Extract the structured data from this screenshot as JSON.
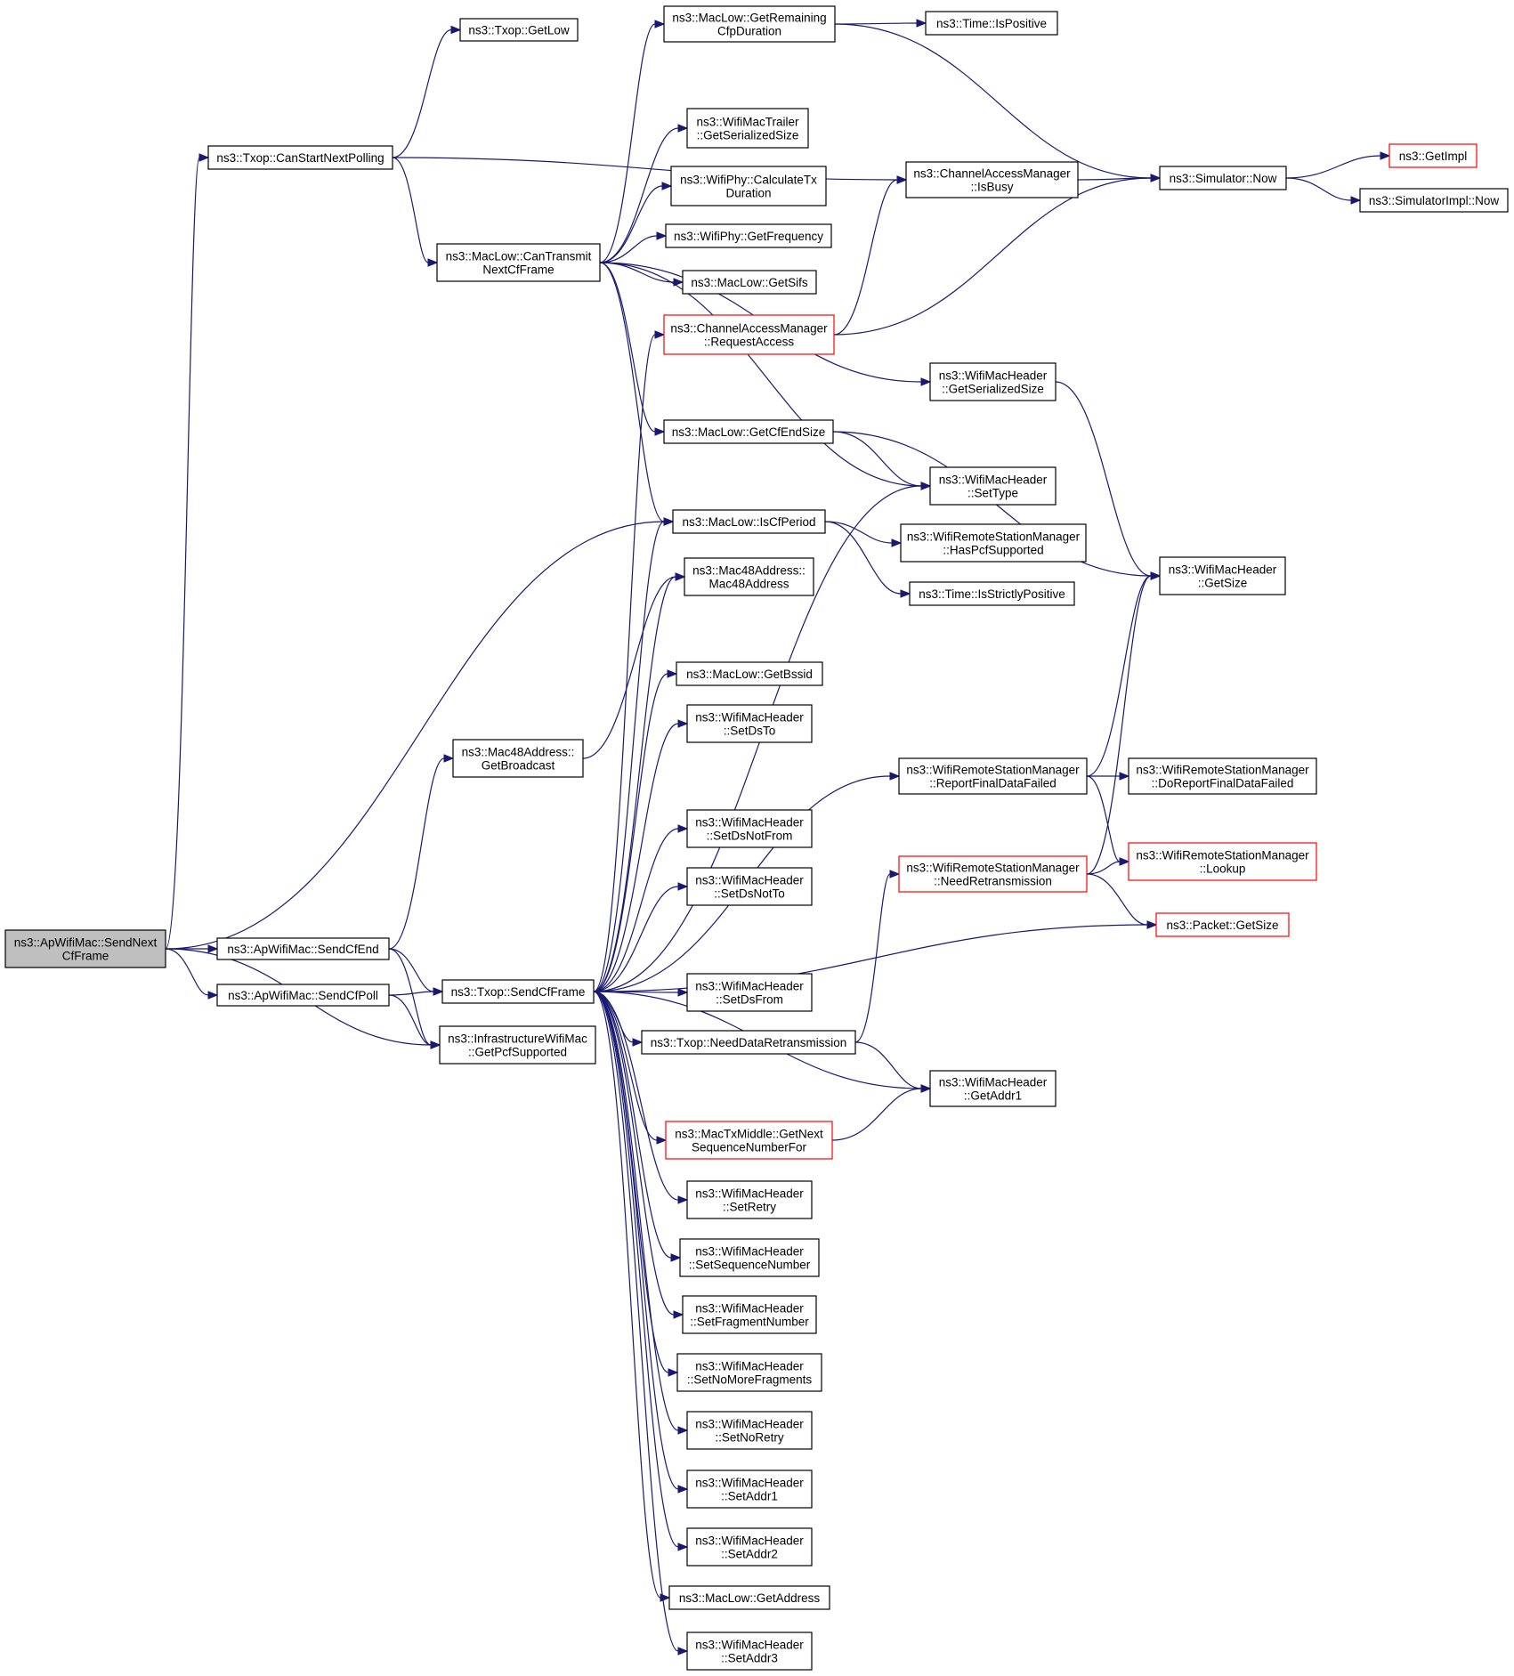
{
  "nodes": {
    "root": [
      "ns3::ApWifiMac::SendNext",
      "CfFrame"
    ],
    "sendCfEnd": [
      "ns3::ApWifiMac::SendCfEnd"
    ],
    "sendCfPoll": [
      "ns3::ApWifiMac::SendCfPoll"
    ],
    "canStartNextPolling": [
      "ns3::Txop::CanStartNextPolling"
    ],
    "txopGetLow": [
      "ns3::Txop::GetLow"
    ],
    "canTransmitNextCfFrame": [
      "ns3::MacLow::CanTransmit",
      "NextCfFrame"
    ],
    "getRemainingCfpDuration": [
      "ns3::MacLow::GetRemaining",
      "CfpDuration"
    ],
    "timeIsPositive": [
      "ns3::Time::IsPositive"
    ],
    "trailerGetSerializedSize": [
      "ns3::WifiMacTrailer",
      "::GetSerializedSize"
    ],
    "calculateTxDuration": [
      "ns3::WifiPhy::CalculateTx",
      "Duration"
    ],
    "getFrequency": [
      "ns3::WifiPhy::GetFrequency"
    ],
    "getSifs": [
      "ns3::MacLow::GetSifs"
    ],
    "requestAccess": [
      "ns3::ChannelAccessManager",
      "::RequestAccess"
    ],
    "isBusy": [
      "ns3::ChannelAccessManager",
      "::IsBusy"
    ],
    "simulatorNow": [
      "ns3::Simulator::Now"
    ],
    "getImpl": [
      "ns3::GetImpl"
    ],
    "simulatorImplNow": [
      "ns3::SimulatorImpl::Now"
    ],
    "headerGetSerializedSize": [
      "ns3::WifiMacHeader",
      "::GetSerializedSize"
    ],
    "getCfEndSize": [
      "ns3::MacLow::GetCfEndSize"
    ],
    "setType": [
      "ns3::WifiMacHeader",
      "::SetType"
    ],
    "isCfPeriod": [
      "ns3::MacLow::IsCfPeriod"
    ],
    "hasPcfSupported": [
      "ns3::WifiRemoteStationManager",
      "::HasPcfSupported"
    ],
    "isStrictlyPositive": [
      "ns3::Time::IsStrictlyPositive"
    ],
    "headerGetSize": [
      "ns3::WifiMacHeader",
      "::GetSize"
    ],
    "mac48Address": [
      "ns3::Mac48Address::",
      "Mac48Address"
    ],
    "getBroadcast": [
      "ns3::Mac48Address::",
      "GetBroadcast"
    ],
    "getBssid": [
      "ns3::MacLow::GetBssid"
    ],
    "setDsTo": [
      "ns3::WifiMacHeader",
      "::SetDsTo"
    ],
    "reportFinalDataFailed": [
      "ns3::WifiRemoteStationManager",
      "::ReportFinalDataFailed"
    ],
    "doReportFinalDataFailed": [
      "ns3::WifiRemoteStationManager",
      "::DoReportFinalDataFailed"
    ],
    "setDsNotFrom": [
      "ns3::WifiMacHeader",
      "::SetDsNotFrom"
    ],
    "needRetransmission": [
      "ns3::WifiRemoteStationManager",
      "::NeedRetransmission"
    ],
    "lookup": [
      "ns3::WifiRemoteStationManager",
      "::Lookup"
    ],
    "setDsNotTo": [
      "ns3::WifiMacHeader",
      "::SetDsNotTo"
    ],
    "packetGetSize": [
      "ns3::Packet::GetSize"
    ],
    "sendCfFrame": [
      "ns3::Txop::SendCfFrame"
    ],
    "setDsFrom": [
      "ns3::WifiMacHeader",
      "::SetDsFrom"
    ],
    "getPcfSupported": [
      "ns3::InfrastructureWifiMac",
      "::GetPcfSupported"
    ],
    "needDataRetransmission": [
      "ns3::Txop::NeedDataRetransmission"
    ],
    "getAddr1": [
      "ns3::WifiMacHeader",
      "::GetAddr1"
    ],
    "getNextSequenceNumberFor": [
      "ns3::MacTxMiddle::GetNext",
      "SequenceNumberFor"
    ],
    "setRetry": [
      "ns3::WifiMacHeader",
      "::SetRetry"
    ],
    "setSequenceNumber": [
      "ns3::WifiMacHeader",
      "::SetSequenceNumber"
    ],
    "setFragmentNumber": [
      "ns3::WifiMacHeader",
      "::SetFragmentNumber"
    ],
    "setNoMoreFragments": [
      "ns3::WifiMacHeader",
      "::SetNoMoreFragments"
    ],
    "setNoRetry": [
      "ns3::WifiMacHeader",
      "::SetNoRetry"
    ],
    "setAddr1": [
      "ns3::WifiMacHeader",
      "::SetAddr1"
    ],
    "setAddr2": [
      "ns3::WifiMacHeader",
      "::SetAddr2"
    ],
    "getAddress": [
      "ns3::MacLow::GetAddress"
    ],
    "setAddr3": [
      "ns3::WifiMacHeader",
      "::SetAddr3"
    ]
  },
  "colors": {
    "edge": "#191970",
    "root_fill": "#bfbfbf",
    "node_border": "#000000",
    "truncated_border": "#ff0000"
  },
  "truncated_nodes": [
    "requestAccess",
    "getImpl",
    "needRetransmission",
    "lookup",
    "packetGetSize",
    "getNextSequenceNumberFor"
  ],
  "edges": [
    [
      "root",
      "canStartNextPolling"
    ],
    [
      "root",
      "isCfPeriod"
    ],
    [
      "root",
      "sendCfEnd"
    ],
    [
      "root",
      "sendCfPoll"
    ],
    [
      "root",
      "getPcfSupported"
    ],
    [
      "canStartNextPolling",
      "txopGetLow"
    ],
    [
      "canStartNextPolling",
      "isBusy"
    ],
    [
      "canStartNextPolling",
      "canTransmitNextCfFrame"
    ],
    [
      "canTransmitNextCfFrame",
      "getRemainingCfpDuration"
    ],
    [
      "canTransmitNextCfFrame",
      "trailerGetSerializedSize"
    ],
    [
      "canTransmitNextCfFrame",
      "calculateTxDuration"
    ],
    [
      "canTransmitNextCfFrame",
      "getFrequency"
    ],
    [
      "canTransmitNextCfFrame",
      "getSifs"
    ],
    [
      "canTransmitNextCfFrame",
      "headerGetSerializedSize"
    ],
    [
      "canTransmitNextCfFrame",
      "getCfEndSize"
    ],
    [
      "canTransmitNextCfFrame",
      "setType"
    ],
    [
      "canTransmitNextCfFrame",
      "isCfPeriod"
    ],
    [
      "getRemainingCfpDuration",
      "timeIsPositive"
    ],
    [
      "getRemainingCfpDuration",
      "simulatorNow"
    ],
    [
      "isBusy",
      "simulatorNow"
    ],
    [
      "simulatorNow",
      "getImpl"
    ],
    [
      "simulatorNow",
      "simulatorImplNow"
    ],
    [
      "requestAccess",
      "isBusy"
    ],
    [
      "requestAccess",
      "simulatorNow"
    ],
    [
      "headerGetSerializedSize",
      "headerGetSize"
    ],
    [
      "getCfEndSize",
      "setType"
    ],
    [
      "getCfEndSize",
      "headerGetSize"
    ],
    [
      "isCfPeriod",
      "hasPcfSupported"
    ],
    [
      "isCfPeriod",
      "isStrictlyPositive"
    ],
    [
      "sendCfEnd",
      "getBroadcast"
    ],
    [
      "sendCfEnd",
      "sendCfFrame"
    ],
    [
      "sendCfEnd",
      "getPcfSupported"
    ],
    [
      "sendCfPoll",
      "sendCfFrame"
    ],
    [
      "sendCfPoll",
      "getPcfSupported"
    ],
    [
      "getBroadcast",
      "mac48Address"
    ],
    [
      "sendCfFrame",
      "requestAccess"
    ],
    [
      "sendCfFrame",
      "setType"
    ],
    [
      "sendCfFrame",
      "isCfPeriod"
    ],
    [
      "sendCfFrame",
      "mac48Address"
    ],
    [
      "sendCfFrame",
      "getBssid"
    ],
    [
      "sendCfFrame",
      "setDsTo"
    ],
    [
      "sendCfFrame",
      "reportFinalDataFailed"
    ],
    [
      "sendCfFrame",
      "setDsNotFrom"
    ],
    [
      "sendCfFrame",
      "setDsNotTo"
    ],
    [
      "sendCfFrame",
      "packetGetSize"
    ],
    [
      "sendCfFrame",
      "setDsFrom"
    ],
    [
      "sendCfFrame",
      "needDataRetransmission"
    ],
    [
      "sendCfFrame",
      "getAddr1"
    ],
    [
      "sendCfFrame",
      "getNextSequenceNumberFor"
    ],
    [
      "sendCfFrame",
      "setRetry"
    ],
    [
      "sendCfFrame",
      "setSequenceNumber"
    ],
    [
      "sendCfFrame",
      "setFragmentNumber"
    ],
    [
      "sendCfFrame",
      "setNoMoreFragments"
    ],
    [
      "sendCfFrame",
      "setNoRetry"
    ],
    [
      "sendCfFrame",
      "setAddr1"
    ],
    [
      "sendCfFrame",
      "setAddr2"
    ],
    [
      "sendCfFrame",
      "getAddress"
    ],
    [
      "sendCfFrame",
      "setAddr3"
    ],
    [
      "reportFinalDataFailed",
      "headerGetSize"
    ],
    [
      "reportFinalDataFailed",
      "doReportFinalDataFailed"
    ],
    [
      "reportFinalDataFailed",
      "lookup"
    ],
    [
      "needRetransmission",
      "headerGetSize"
    ],
    [
      "needRetransmission",
      "lookup"
    ],
    [
      "needRetransmission",
      "packetGetSize"
    ],
    [
      "needDataRetransmission",
      "needRetransmission"
    ],
    [
      "needDataRetransmission",
      "getAddr1"
    ],
    [
      "getNextSequenceNumberFor",
      "getAddr1"
    ]
  ]
}
